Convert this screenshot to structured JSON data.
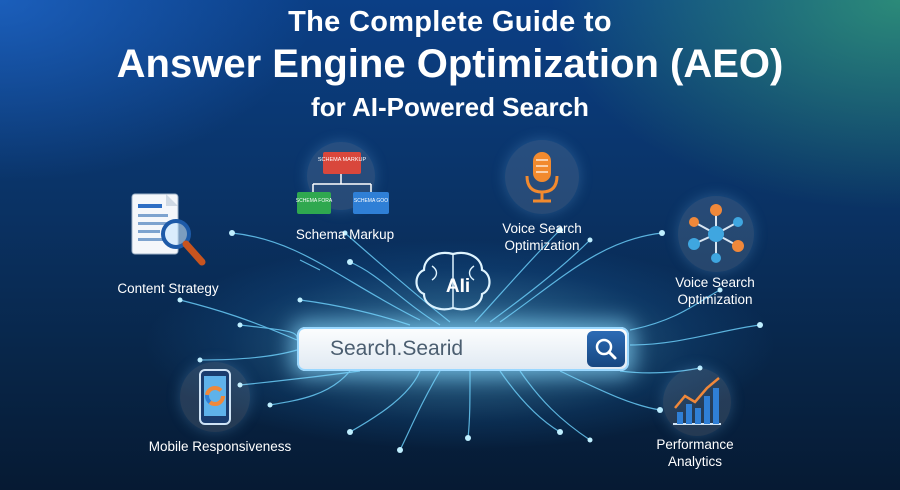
{
  "header": {
    "line1": "The Complete Guide to",
    "line2": "Answer Engine Optimization (AEO)",
    "line3": "for AI-Powered Search"
  },
  "features": {
    "content_strategy": {
      "label": "Content Strategy",
      "icon": "document-magnifier-icon"
    },
    "schema_markup": {
      "label": "Schema Markup",
      "icon": "schema-diagram-icon",
      "box_top": "SCHEMA MARKUP",
      "box_left": "SCHEMA FORA",
      "box_right": "SCHEMA GOO"
    },
    "voice_search_mic": {
      "label_line1": "Voice Search",
      "label_line2": "Optimization",
      "icon": "microphone-icon"
    },
    "voice_search_network": {
      "label_line1": "Voice Search",
      "label_line2": "Optimization",
      "icon": "network-nodes-icon"
    },
    "mobile": {
      "label": "Mobile Responsiveness",
      "icon": "smartphone-chart-icon"
    },
    "performance": {
      "label_line1": "Performance",
      "label_line2": "Analytics",
      "icon": "bar-chart-icon"
    }
  },
  "center": {
    "brain_text": "AIi",
    "brain_icon": "brain-icon",
    "search_text": "Search.Searid",
    "search_icon": "search-icon"
  },
  "colors": {
    "accent_cyan": "#7fdcff",
    "mic_orange": "#f28a2e",
    "node_orange": "#f0883a",
    "node_blue": "#3fa6e0"
  }
}
